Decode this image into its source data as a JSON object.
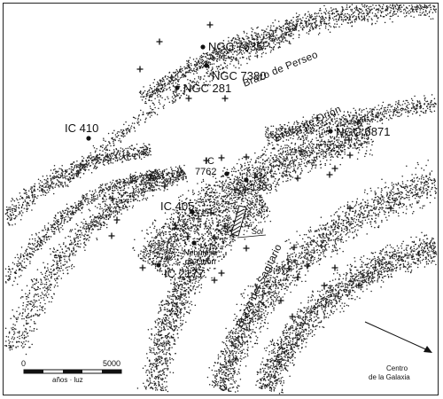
{
  "arms": {
    "perseus": "Brazo de Perseo",
    "orion": "Brazo de Orión",
    "sagittarius": "Brazo del Sagitario"
  },
  "objects": {
    "ngc7635": "NGC 7635",
    "ngc7380": "NGC 7380",
    "ngc281": "NGC 281",
    "ic410": "IC  410",
    "ngc6871": "NGC 6871",
    "ic7762_a": "IC",
    "ic7762_b": "7762",
    "ic1393_a": "IC",
    "ic1393_b": "1393",
    "ic405": "IC 405",
    "ic2177": "IC 2177",
    "orion_nebula_a": "Nebulosa",
    "orion_nebula_b": "de Orión",
    "sun": "Sol"
  },
  "scale": {
    "start": "0",
    "end": "5000",
    "unit": "años · luz"
  },
  "galactic_center": {
    "line1": "Centro",
    "line2": "de la Galaxia"
  }
}
